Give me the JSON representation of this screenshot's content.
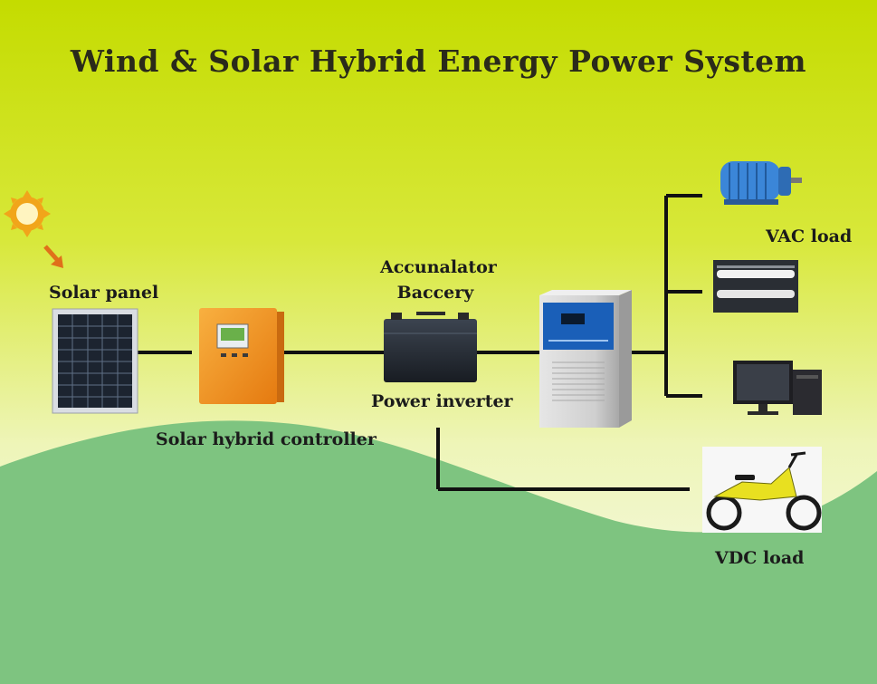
{
  "title": "Wind & Solar Hybrid Energy Power System",
  "labels": {
    "solar_panel": "Solar panel",
    "accumulator_line1": "Accunalator",
    "accumulator_line2": "Baccery",
    "power_inverter": "Power inverter",
    "controller": "Solar hybrid controller",
    "vac_load": "VAC load",
    "vdc_load": "VDC load"
  },
  "colors": {
    "sky_top": "#c4dc00",
    "sky_bottom": "#f4f8d0",
    "hill": "#7ec480",
    "wire": "#111111",
    "controller": "#f0901c",
    "inverter_panel": "#1a5fb8",
    "motor": "#3b86d8",
    "scooter": "#e8e020"
  }
}
